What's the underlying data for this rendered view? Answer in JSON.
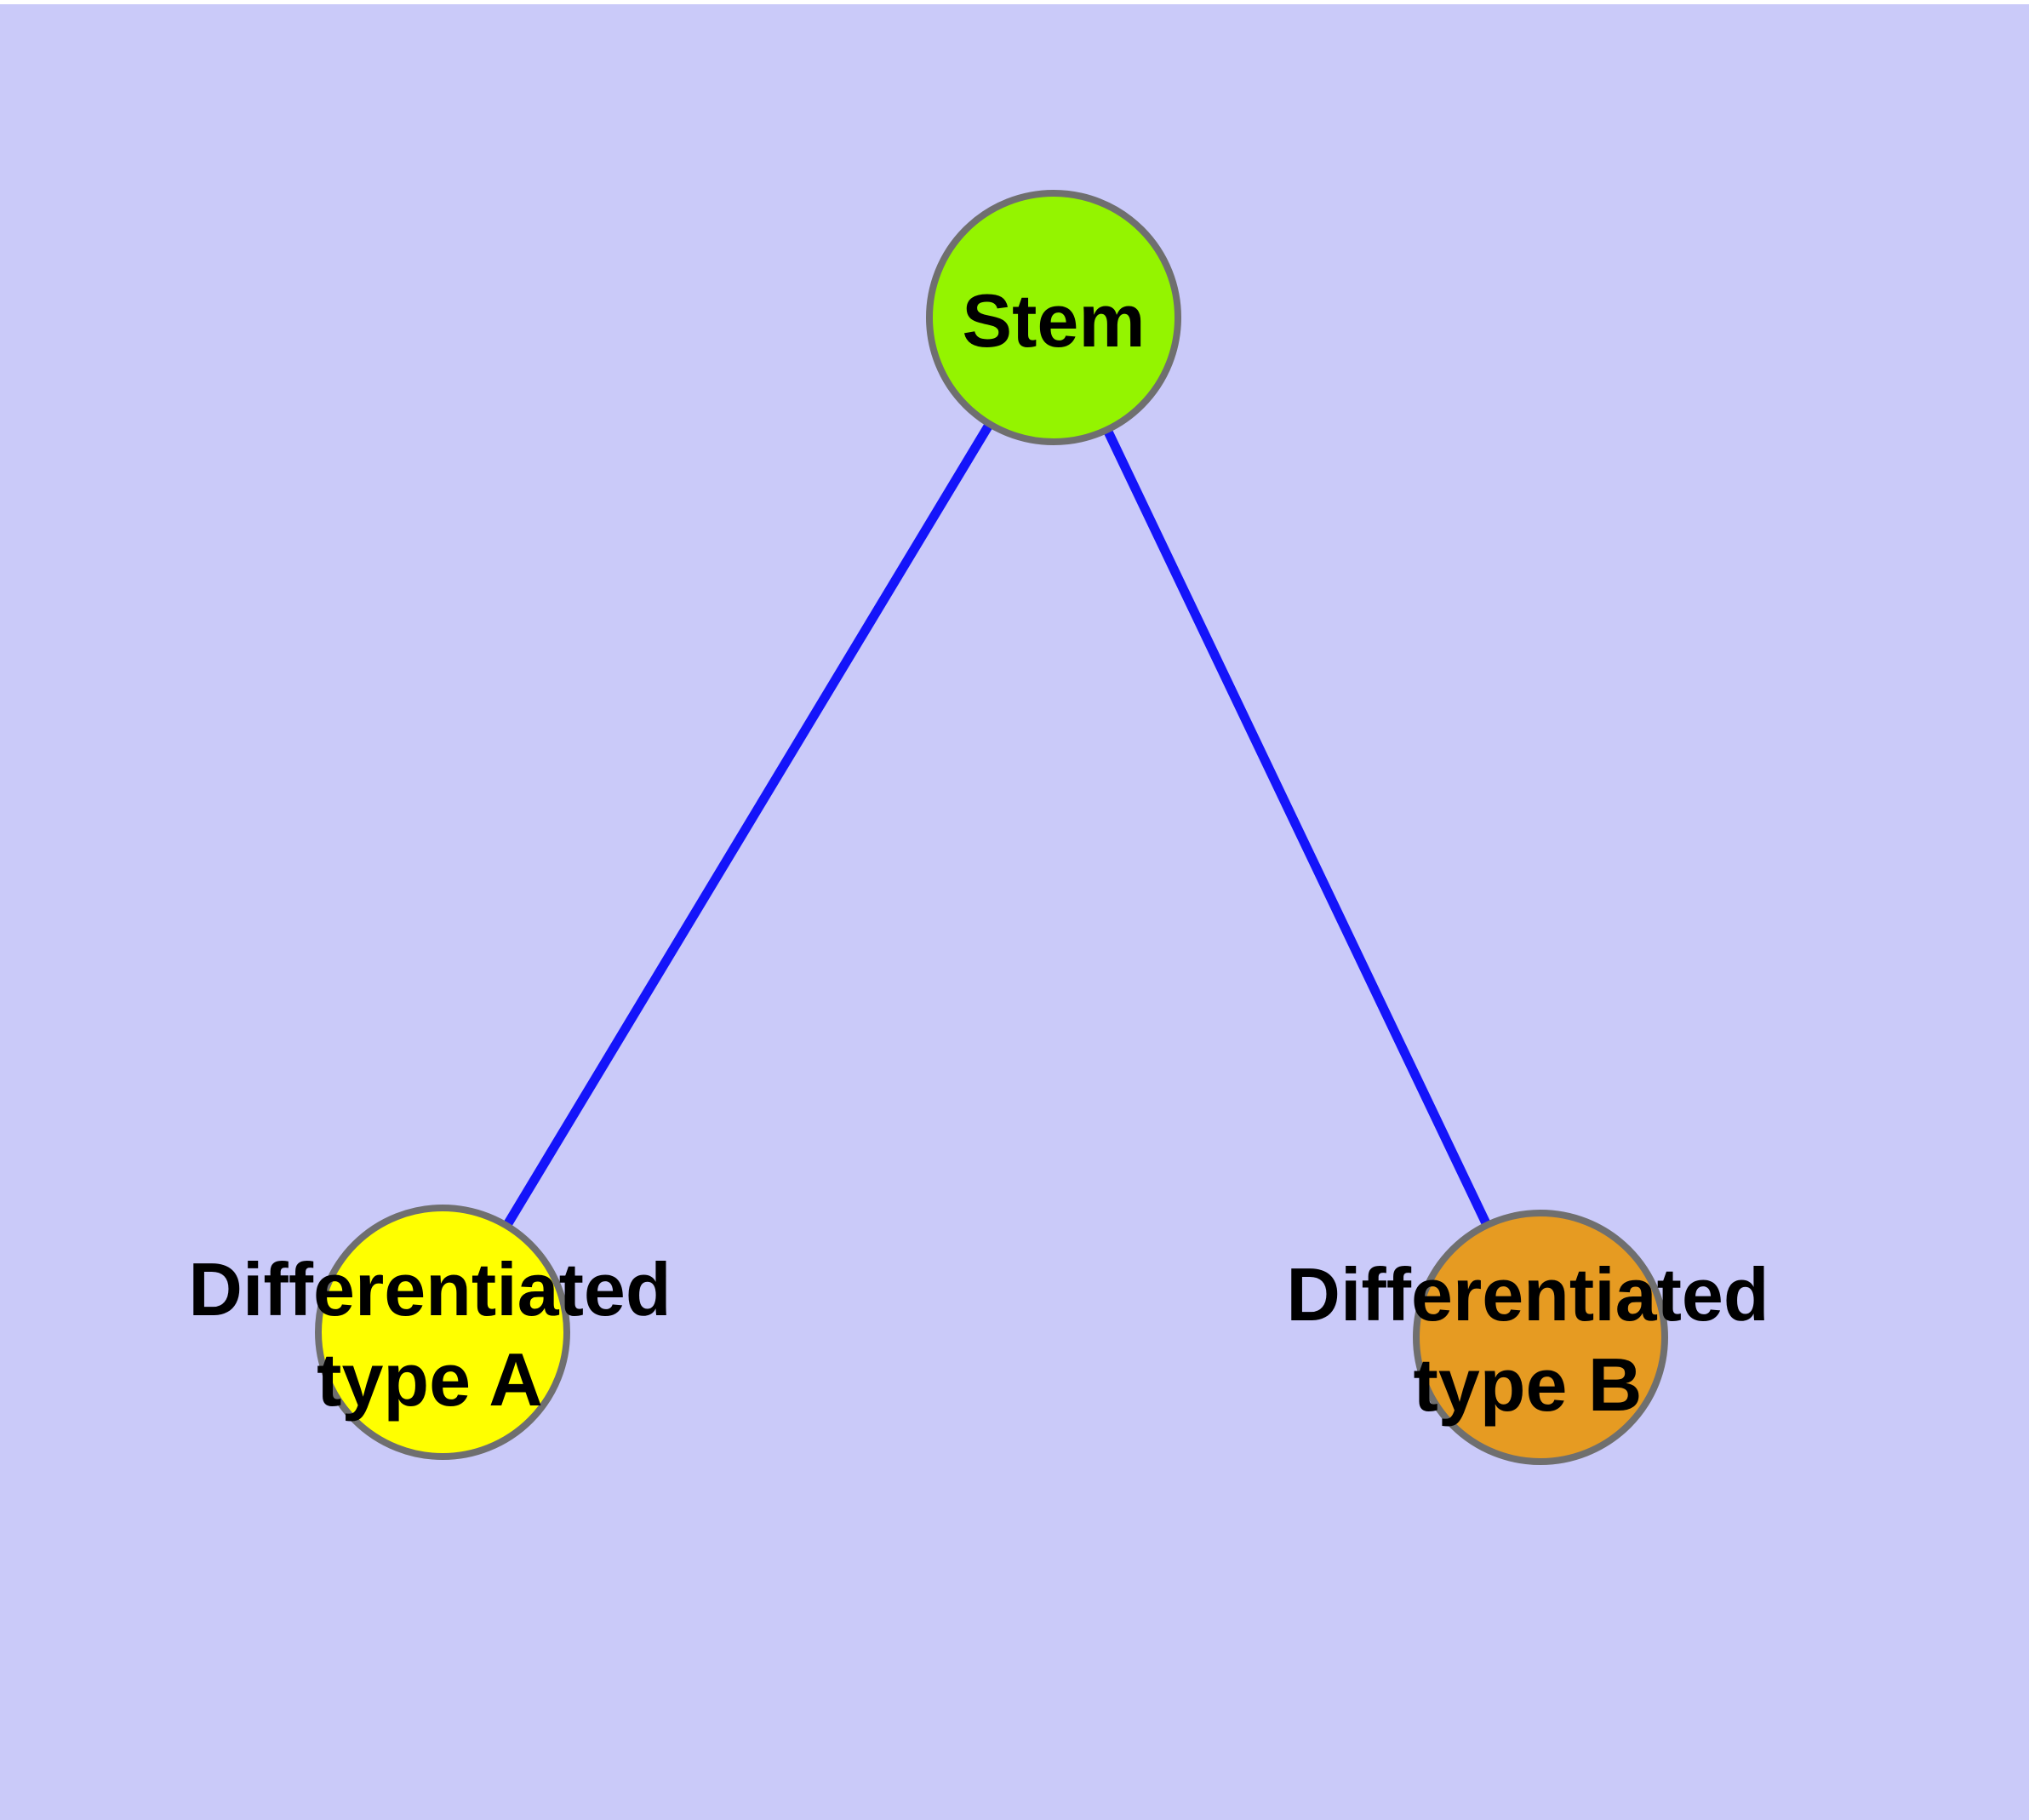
{
  "background_color": "#CACAF9",
  "top_strip_color": "#FFFFFF",
  "nodes": [
    {
      "id": "stem",
      "label": "Stem",
      "fill": "#94F400",
      "border": "#6F6F6F"
    },
    {
      "id": "differentiated-type-a",
      "label_line1": "Differentiated",
      "label_line2": "type A",
      "fill": "#FFFF00",
      "border": "#6F6F6F"
    },
    {
      "id": "differentiated-type-b",
      "label_line1": "Differentiated",
      "label_line2": "type B",
      "fill": "#E69B22",
      "border": "#6F6F6F"
    }
  ],
  "edges": {
    "color": "#1414FA",
    "items": [
      {
        "from": "Stem",
        "to": "Differentiated type A"
      },
      {
        "from": "Stem",
        "to": "Differentiated type B"
      }
    ]
  }
}
